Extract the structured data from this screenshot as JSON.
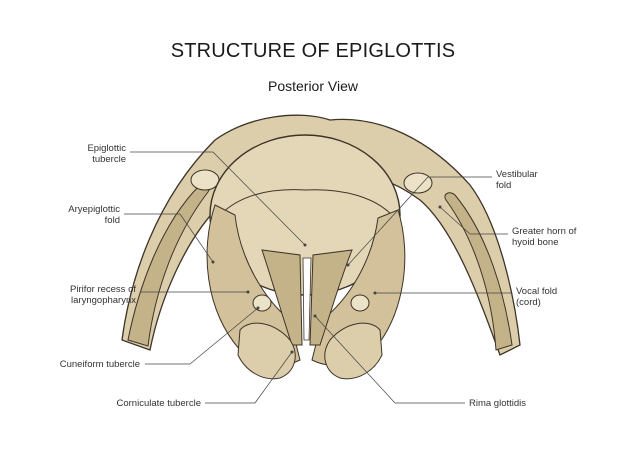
{
  "title": "STRUCTURE OF EPIGLOTTIS",
  "subtitle": "Posterior View",
  "labels": {
    "epiglottic_tubercle": "Epiglottic\ntubercle",
    "aryepiglottic_fold": "Aryepiglottic\nfold",
    "piriform_recess": "Pirifor recess of\nlaryngopharynx",
    "cuneiform_tubercle": "Cuneiform tubercle",
    "corniculate_tubercle": "Corniculate tubercle",
    "vestibular_fold": "Vestibular\nfold",
    "greater_horn": "Greater horn of\nhyoid bone",
    "vocal_fold": "Vocal fold\n(cord)",
    "rima_glottidis": "Rima glottidis"
  },
  "colors": {
    "tissue": "#dccdab",
    "tissue_dark": "#c4b288",
    "tissue_light": "#ece2c8",
    "outline": "#3d3428",
    "leader": "#444444"
  }
}
